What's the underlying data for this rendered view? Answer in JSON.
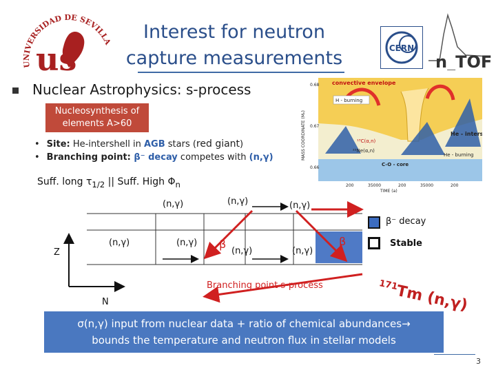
{
  "slide": {
    "title_line1": "Interest for neutron",
    "title_line2": "capture measurements",
    "university": "UNIVERSIDAD DE SEVILLA",
    "logo_us": "us",
    "cern_logo": "CERN",
    "ntof_logo": "n_TOF",
    "heading": "Nuclear Astrophysics: s-process",
    "nucleo_box_line1": "Nucleosynthesis of",
    "nucleo_box_line2": "elements A>60",
    "site_label": "Site:",
    "site_mid": " He-intershell in ",
    "site_agb": "AGB",
    "site_tail": " stars (",
    "site_red": "red giant",
    "site_close": ")",
    "branch_label": "Branching point:",
    "branch_beta": " β⁻ decay",
    "branch_tail": " competes with ",
    "branch_ng": "(n,γ)",
    "suff_text": "Suff. long τ",
    "suff_sub": "1/2",
    "suff_mid": " || Suff. High Φ",
    "suff_sub2": "n",
    "chart_labels": {
      "ng": "(n,γ)",
      "beta": "β",
      "beta_minus": "β",
      "z_axis": "Z",
      "n_axis": "N",
      "caption": "Branching point s-process"
    },
    "legend": {
      "beta_decay": "β⁻ decay",
      "stable": "Stable"
    },
    "tm_label_super": "171",
    "tm_label": "Tm (n,γ)",
    "bottom_line1": "σ(n,γ) input from nuclear data + ratio of chemical abundances→",
    "bottom_line2": "bounds the temperature and neutron flux in stellar models",
    "page_number": "3"
  },
  "plot": {
    "top_label": "convective envelope",
    "h_burning": "H - burning",
    "c13": "¹³C(α,n)",
    "ne22": "²²Ne(α,n)",
    "he_intershell": "He - intershell",
    "he_burning": "He - burning",
    "core": "C-O - core",
    "ylabel": "MASS COORDINATE (Mₒ)",
    "xlabel": "TIME (a)",
    "y_ticks": [
      "0.68",
      "0.67",
      "0.66"
    ],
    "x_ticks": [
      "200",
      "35000",
      "200",
      "35000",
      "200"
    ]
  },
  "colors": {
    "title": "#2a4e8a",
    "box_red": "#c04a3a",
    "bottom_bar": "#4a78c0",
    "beta_blue": "#3c6cc0"
  }
}
